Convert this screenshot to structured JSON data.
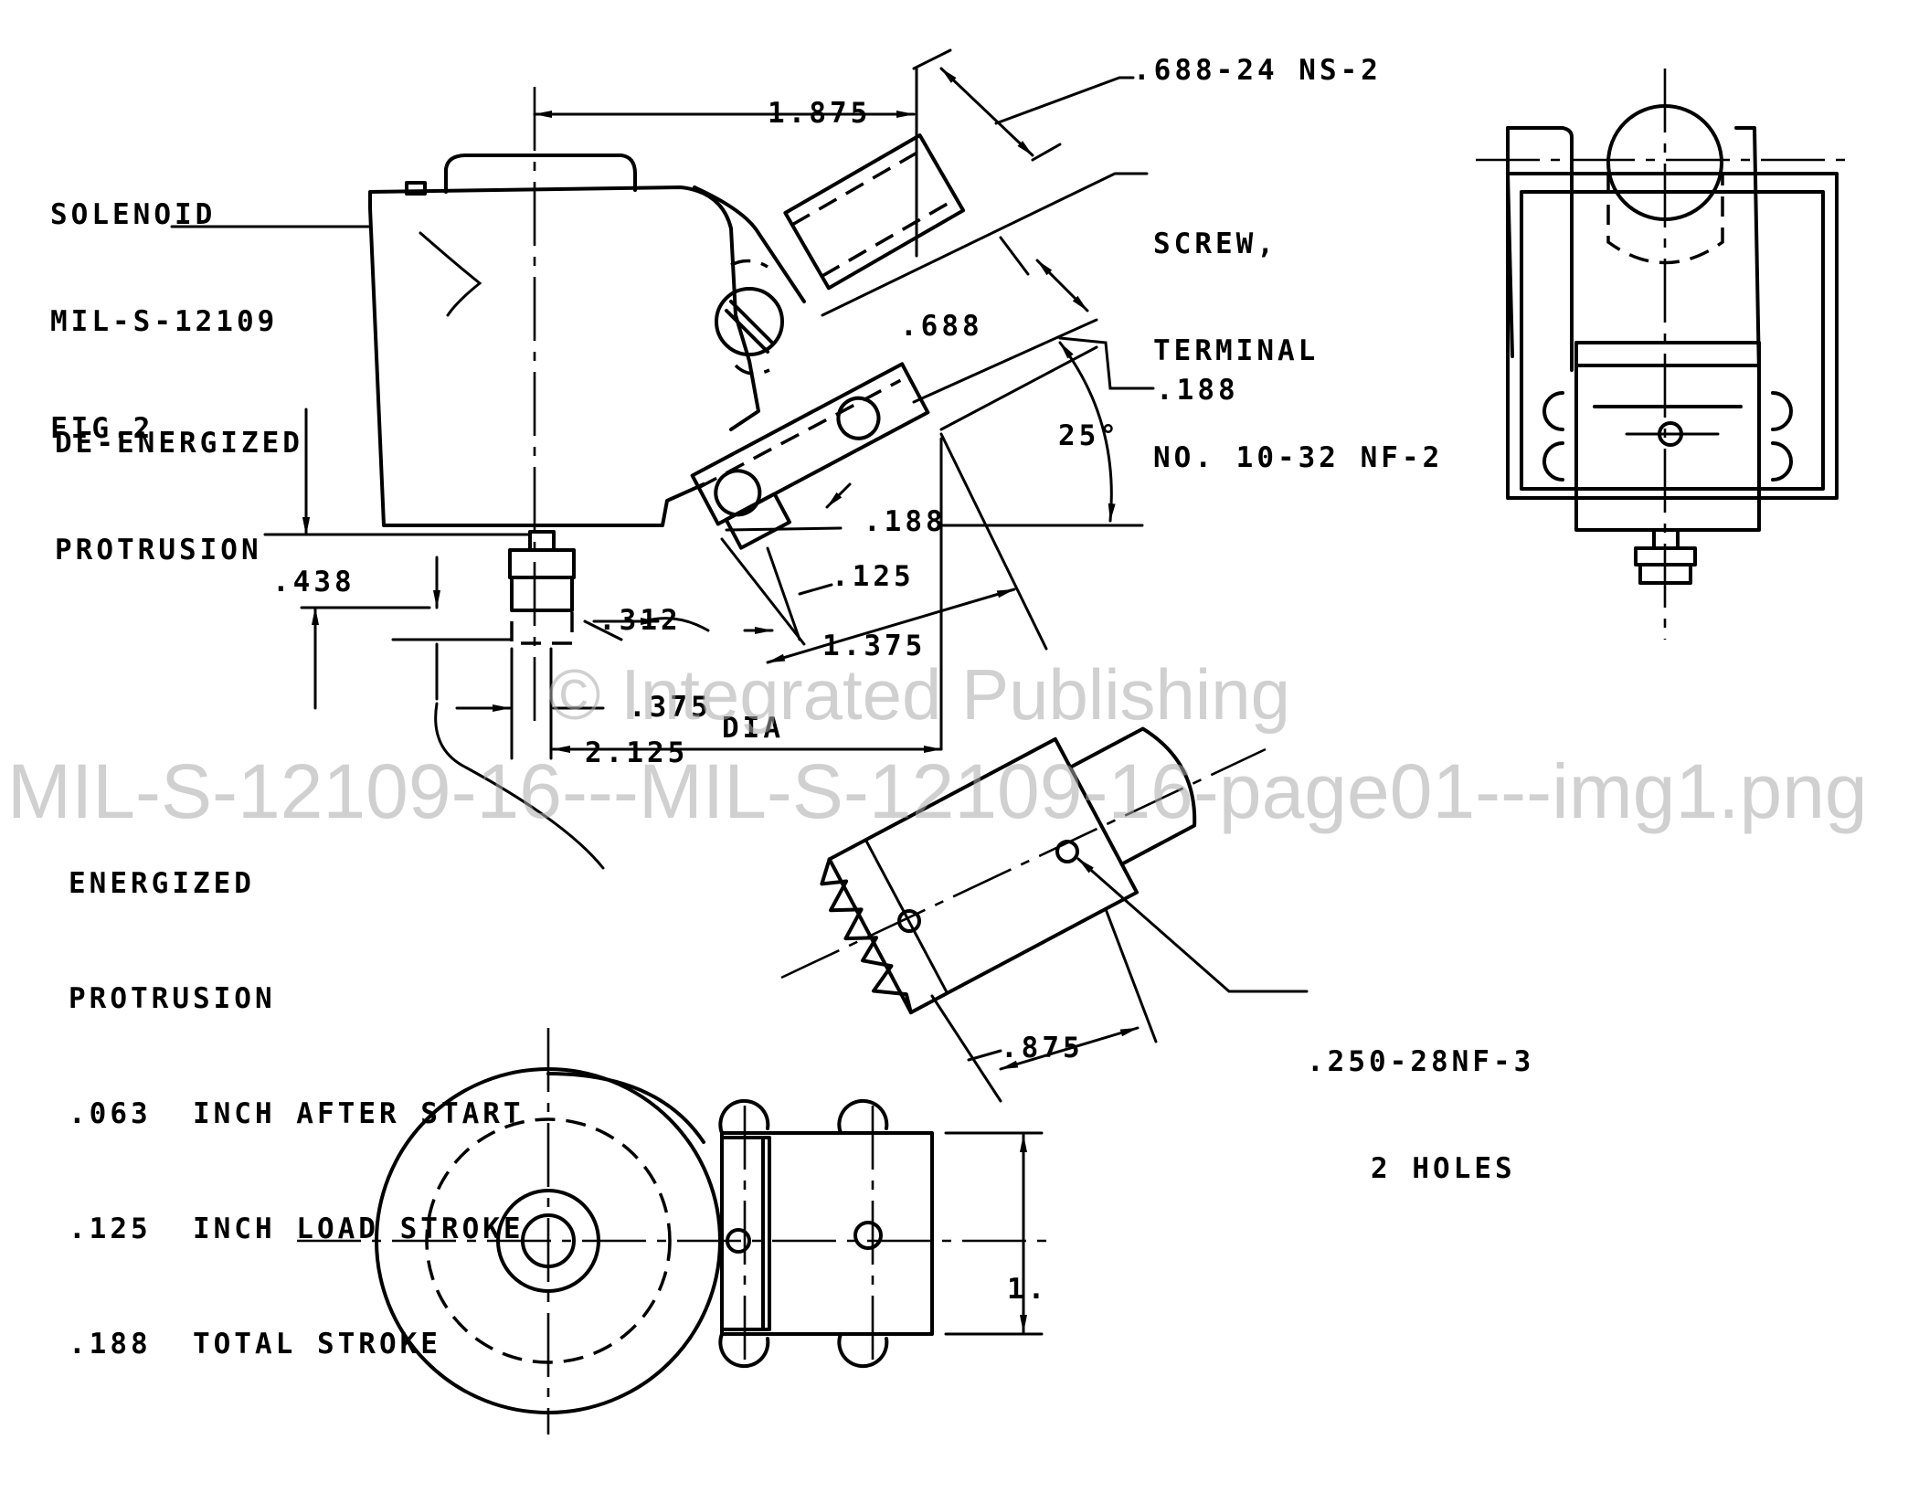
{
  "title_block": [
    "SOLENOID",
    "MIL-S-12109",
    "FIG.2"
  ],
  "de_energized": [
    "DE-ENERGIZED",
    "PROTRUSION"
  ],
  "energized_notes": [
    "ENERGIZED",
    "PROTRUSION",
    ".063  INCH AFTER START",
    ".125  INCH LOAD STROKE",
    ".188  TOTAL STROKE"
  ],
  "thread_label": ".688-24 NS-2",
  "screw_label": [
    "SCREW,",
    "TERMINAL",
    "NO. 10-32 NF-2"
  ],
  "tapped_holes": [
    ".250-28NF-3",
    "2 HOLES"
  ],
  "dims": {
    "d1875": "1.875",
    "d688": ".688",
    "d188a": ".188",
    "angle": "25°",
    "d188b": ".188",
    "d125": ".125",
    "d438": ".438",
    "d312": ".312",
    "d1375": "1.375",
    "d375": ".375",
    "dia": "DIA",
    "d2125": "2.125",
    "d875": ".875",
    "d1": "1."
  },
  "watermark": {
    "line1": "© Integrated Publishing",
    "line2": "MIL-S-12109-16---MIL-S-12109-16-page01---img1.png"
  }
}
